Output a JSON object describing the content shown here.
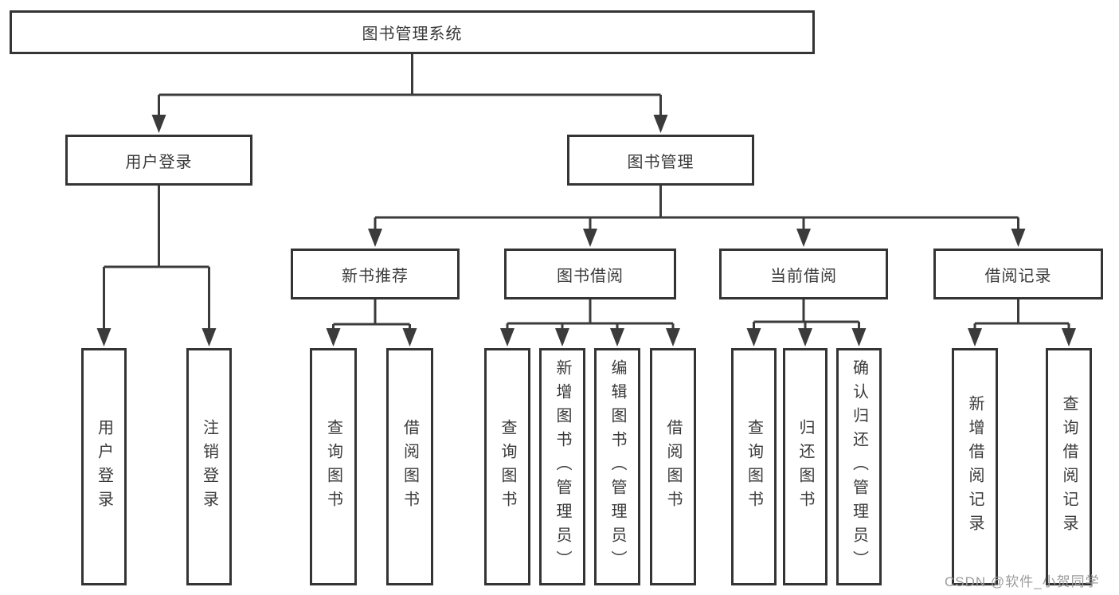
{
  "diagram": {
    "type": "hierarchy-tree",
    "root": {
      "label": "图书管理系统"
    },
    "level2": {
      "user_login": {
        "label": "用户登录",
        "parent": "图书管理系统"
      },
      "book_mgmt": {
        "label": "图书管理",
        "parent": "图书管理系统"
      }
    },
    "level3": {
      "new_book_rec": {
        "label": "新书推荐",
        "parent": "图书管理"
      },
      "book_borrow": {
        "label": "图书借阅",
        "parent": "图书管理"
      },
      "current_borrow": {
        "label": "当前借阅",
        "parent": "图书管理"
      },
      "borrow_record": {
        "label": "借阅记录",
        "parent": "图书管理"
      }
    },
    "leaves": {
      "ul_login": {
        "label": "用户登录",
        "parent": "用户登录"
      },
      "ul_logout": {
        "label": "注销登录",
        "parent": "用户登录"
      },
      "nb_query": {
        "label": "查询图书",
        "parent": "新书推荐"
      },
      "nb_borrow": {
        "label": "借阅图书",
        "parent": "新书推荐"
      },
      "bb_query": {
        "label": "查询图书",
        "parent": "图书借阅"
      },
      "bb_add": {
        "label": "新增图书（管理员）",
        "parent": "图书借阅"
      },
      "bb_edit": {
        "label": "编辑图书（管理员）",
        "parent": "图书借阅"
      },
      "bb_borrow": {
        "label": "借阅图书",
        "parent": "图书借阅"
      },
      "cb_query": {
        "label": "查询图书",
        "parent": "当前借阅"
      },
      "cb_return": {
        "label": "归还图书",
        "parent": "当前借阅"
      },
      "cb_confirm": {
        "label": "确认归还（管理员）",
        "parent": "当前借阅"
      },
      "br_add": {
        "label": "新增借阅记录",
        "parent": "借阅记录"
      },
      "br_query": {
        "label": "查询借阅记录",
        "parent": "借阅记录"
      }
    },
    "colors": {
      "box_border": "#343434",
      "connector": "#3b3b3b",
      "text": "#3a3a3a",
      "background": "#ffffff",
      "watermark_gray": "#9c9c9c"
    }
  },
  "watermark": {
    "text": "CSDN @软件_小贺同学"
  }
}
